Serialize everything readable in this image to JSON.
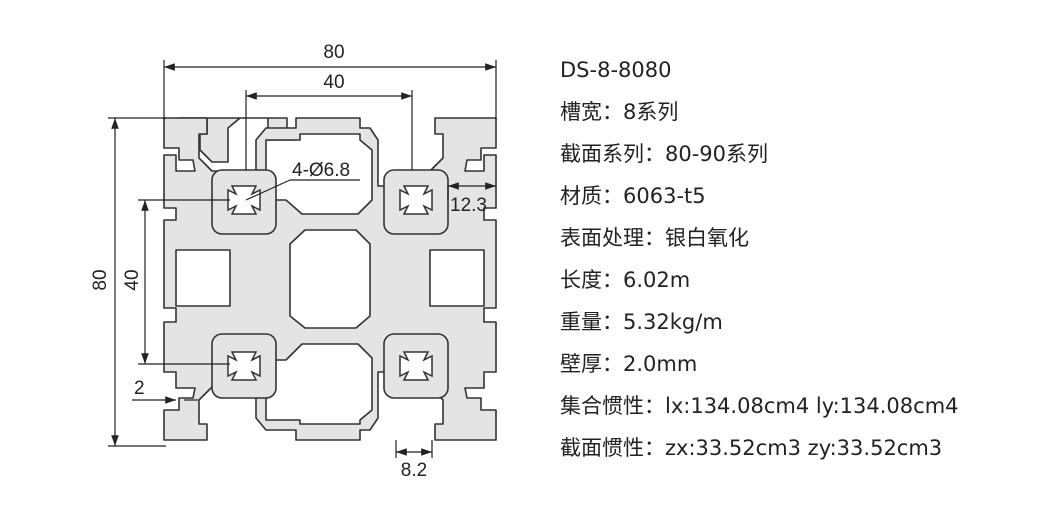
{
  "drawing": {
    "dims": {
      "width_total": "80",
      "width_inner": "40",
      "height_total": "80",
      "height_inner": "40",
      "hole": "4-Ø6.8",
      "slot_offset": "12.3",
      "wall": "2",
      "slot_width": "8.2"
    },
    "colors": {
      "profile_fill": "#e4e4e4",
      "outline": "#333333",
      "dim_line": "#222222"
    }
  },
  "specs": [
    {
      "label": "DS-8-8080",
      "sep": "",
      "value": ""
    },
    {
      "label": "槽宽",
      "sep": "：",
      "value": "8系列"
    },
    {
      "label": "截面系列",
      "sep": "：",
      "value": "80-90系列"
    },
    {
      "label": "材质",
      "sep": "：",
      "value": "6063-t5"
    },
    {
      "label": "表面处理",
      "sep": "：",
      "value": "银白氧化"
    },
    {
      "label": "长度",
      "sep": "：",
      "value": "6.02m"
    },
    {
      "label": "重量",
      "sep": "：",
      "value": "5.32kg/m"
    },
    {
      "label": "壁厚",
      "sep": "：",
      "value": "2.0mm"
    },
    {
      "label": "集合惯性",
      "sep": "：",
      "value": "lx:134.08cm4 ly:134.08cm4"
    },
    {
      "label": "截面惯性",
      "sep": "：",
      "value": "zx:33.52cm3 zy:33.52cm3"
    }
  ]
}
